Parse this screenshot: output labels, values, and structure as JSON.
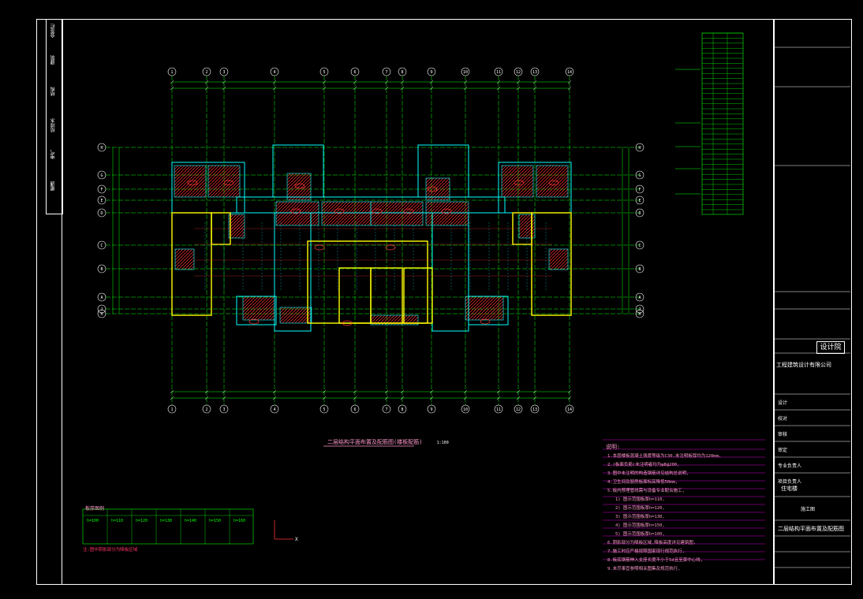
{
  "drawing": {
    "sheet_title": "二层结构平面布置及配筋图(楼板配筋)",
    "scale": "1:100",
    "north_label": "X",
    "axes_top": [
      "1",
      "2",
      "3",
      "4",
      "5",
      "6",
      "7",
      "8",
      "9",
      "10",
      "11",
      "12",
      "13",
      "14"
    ],
    "axes_left": [
      "H",
      "G",
      "F",
      "E",
      "D",
      "C",
      "B",
      "A",
      "J"
    ],
    "colors": {
      "grid": "#00ff00",
      "wall": "#ffff00",
      "beam": "#00ffff",
      "slab_hatch": "#ff3333",
      "dim": "#ffffff",
      "note": "#ff99cc"
    }
  },
  "notes": {
    "title": "说明:",
    "lines": [
      "1.本层楼板混凝土强度等级为C30,未注明板厚均为120mm,",
      "2.(板面负筋)未注明者均为φ8@200,",
      "3.图中未注明的构造钢筋详见结构总说明,",
      "4.卫生间及厨房板面标高降低50mm,",
      "5.板内预埋管线需与设备专业配合施工,",
      "1) 图示范围板厚h=110,",
      "2) 图示范围板厚h=120,",
      "3) 图示范围板厚h=130,",
      "4) 图示范围板厚h=150,",
      "5) 图示范围板厚h=100,",
      "6.阴影部分为降板区域,降板高度详见建筑图,",
      "7.施工时应严格按照国家现行规范执行,",
      "8.板底钢筋伸入支座长度不小于5d且至梁中心线,",
      "9.未尽事宜参照相关图集及规范执行,"
    ]
  },
  "legend": {
    "title": "板厚图例",
    "items": [
      "h=100",
      "h=110",
      "h=120",
      "h=130",
      "h=140",
      "h=150",
      "h=160"
    ],
    "note": "注:图中阴影部分为降板区域"
  },
  "titleblock": {
    "company": "工程建筑设计有限公司",
    "project": "住宅楼",
    "sheet": "二层结构平面布置及配筋图",
    "stage": "施工图",
    "logo": "设计院",
    "rows": [
      "设计",
      "校对",
      "审核",
      "审定",
      "专业负责人",
      "项目负责人"
    ]
  },
  "side_labels": [
    "会签栏",
    "建筑",
    "结构",
    "给排水",
    "电气",
    "暖通"
  ]
}
